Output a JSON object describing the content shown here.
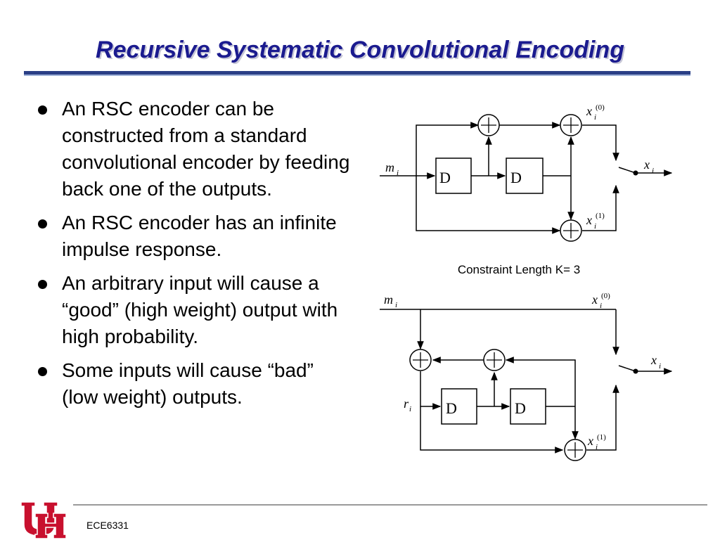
{
  "title": "Recursive Systematic Convolutional Encoding",
  "bullets": [
    "An RSC encoder can be constructed from a standard convolutional encoder by feeding back one of the outputs.",
    "An RSC encoder has an infinite impulse response.",
    "An arbitrary input will cause a “good” (high weight) output with high probability.",
    "Some inputs will cause “bad” (low weight) outputs."
  ],
  "diagram1": {
    "input_label": "m",
    "input_sub": "i",
    "delay_labels": [
      "D",
      "D"
    ],
    "out0_label": "x",
    "out0_sub": "i",
    "out0_sup": "(0)",
    "out1_label": "x",
    "out1_sub": "i",
    "out1_sup": "(1)",
    "switch_out_label": "x",
    "switch_out_sub": "i",
    "caption": "Constraint Length K= 3"
  },
  "diagram2": {
    "input_label": "m",
    "input_sub": "i",
    "feedback_label": "r",
    "feedback_sub": "i",
    "delay_labels": [
      "D",
      "D"
    ],
    "out0_label": "x",
    "out0_sub": "i",
    "out0_sup": "(0)",
    "out1_label": "x",
    "out1_sub": "i",
    "out1_sup": "(1)",
    "switch_out_label": "x",
    "switch_out_sub": "i"
  },
  "footer": "ECE6331",
  "logo": "UH",
  "colors": {
    "title": "#1b1b8f",
    "rule": "#2a3f86",
    "logo_red": "#c8102e"
  }
}
